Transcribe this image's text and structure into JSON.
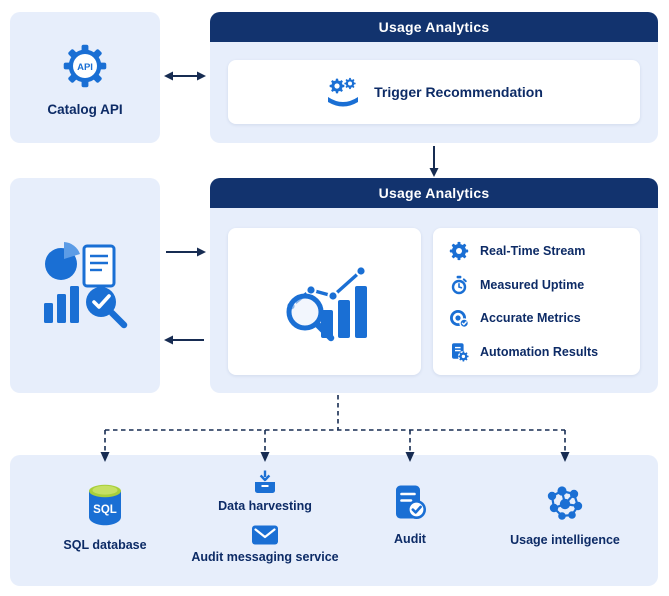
{
  "colors": {
    "accent_blue": "#1a6fd4",
    "accent_blue_light": "#5c9ce6",
    "header_navy": "#12336e",
    "card_light_blue": "#e7eefb",
    "text_navy": "#0d2b66",
    "connector": "#172c52",
    "sql_green": "#a8cf3a"
  },
  "catalog_api": {
    "label": "Catalog API",
    "icon": "api-gear-icon",
    "icon_text": "API"
  },
  "trigger_panel": {
    "title": "Usage Analytics",
    "item_label": "Trigger Recommendation",
    "item_icon": "hand-gears-icon"
  },
  "analytics_card": {
    "icon": "analytics-report-icon"
  },
  "main_panel": {
    "title": "Usage Analytics",
    "chart_icon": "chart-magnifier-icon",
    "features": [
      {
        "label": "Real-Time Stream",
        "icon": "gear-icon"
      },
      {
        "label": "Measured Uptime",
        "icon": "stopwatch-icon"
      },
      {
        "label": "Accurate Metrics",
        "icon": "target-check-icon"
      },
      {
        "label": "Automation Results",
        "icon": "document-gear-icon"
      }
    ]
  },
  "bottom_panel": {
    "sql": {
      "label": "SQL database",
      "icon": "sql-database-icon",
      "icon_text": "SQL"
    },
    "harvesting": {
      "label": "Data harvesting",
      "icon": "data-harvesting-icon"
    },
    "messaging": {
      "label": "Audit messaging service",
      "icon": "envelope-icon"
    },
    "audit": {
      "label": "Audit",
      "icon": "audit-check-icon"
    },
    "intelligence": {
      "label": "Usage intelligence",
      "icon": "brain-circuit-icon"
    }
  }
}
